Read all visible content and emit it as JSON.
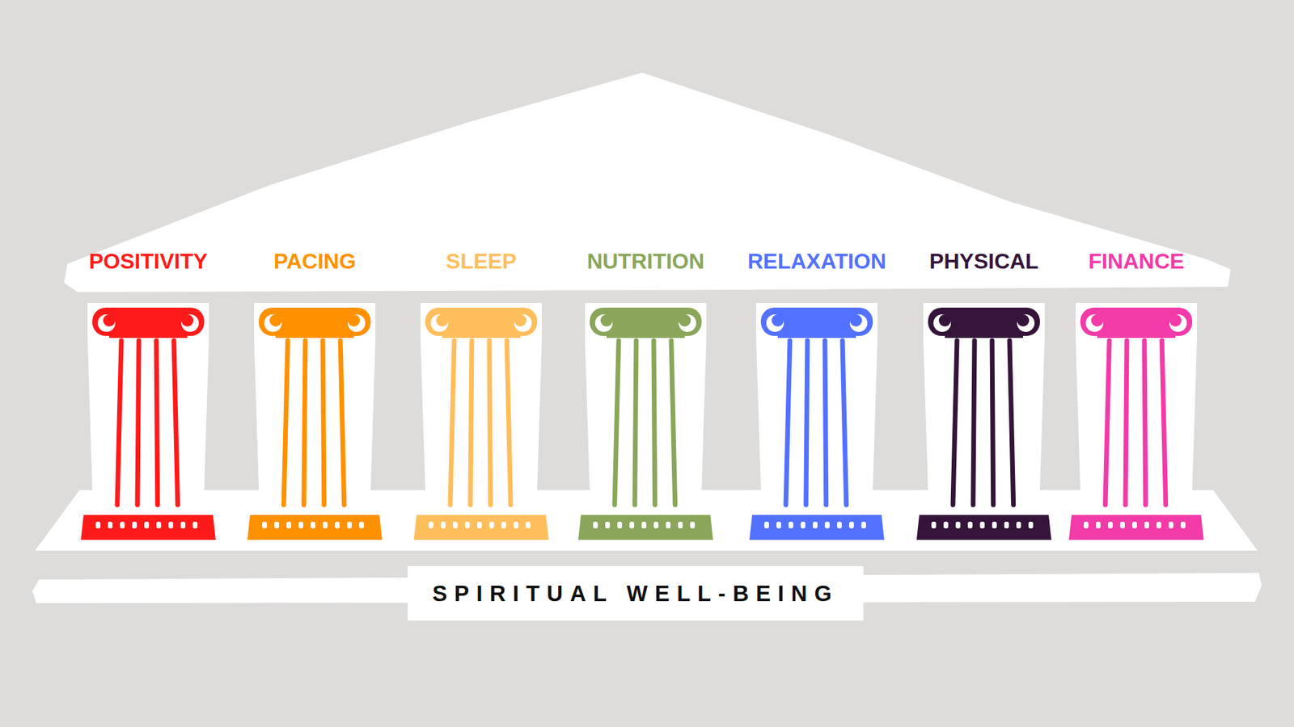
{
  "diagram": {
    "nodes": [
      {
        "text": [
          "SPIRITUAL WELL-BEING"
        ]
      }
    ],
    "labels": [
      "POSITIVITY",
      "PACING",
      "SLEEP",
      "NUTRITION",
      "RELAXATION",
      "PHYSICAL",
      "FINANCE"
    ]
  }
}
